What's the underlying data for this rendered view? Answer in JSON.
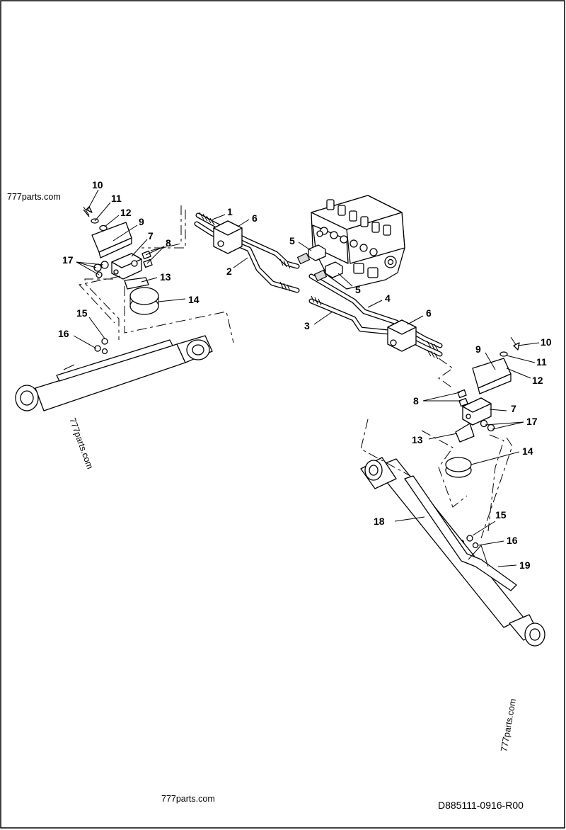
{
  "watermarks": {
    "top_left": "777parts.com",
    "left_rotated": "777parts.com",
    "right_rotated": "777parts.com",
    "bottom": "777parts.com"
  },
  "drawing_code": "D885111-0916-R00",
  "callouts": {
    "n1": "1",
    "n2": "2",
    "n3": "3",
    "n4": "4",
    "n5": "5",
    "n6": "6",
    "n7": "7",
    "n8": "8",
    "n9": "9",
    "n10": "10",
    "n11": "11",
    "n12": "12",
    "n13": "13",
    "n14": "14",
    "n15": "15",
    "n16": "16",
    "n17": "17",
    "n18": "18",
    "n19": "19"
  }
}
